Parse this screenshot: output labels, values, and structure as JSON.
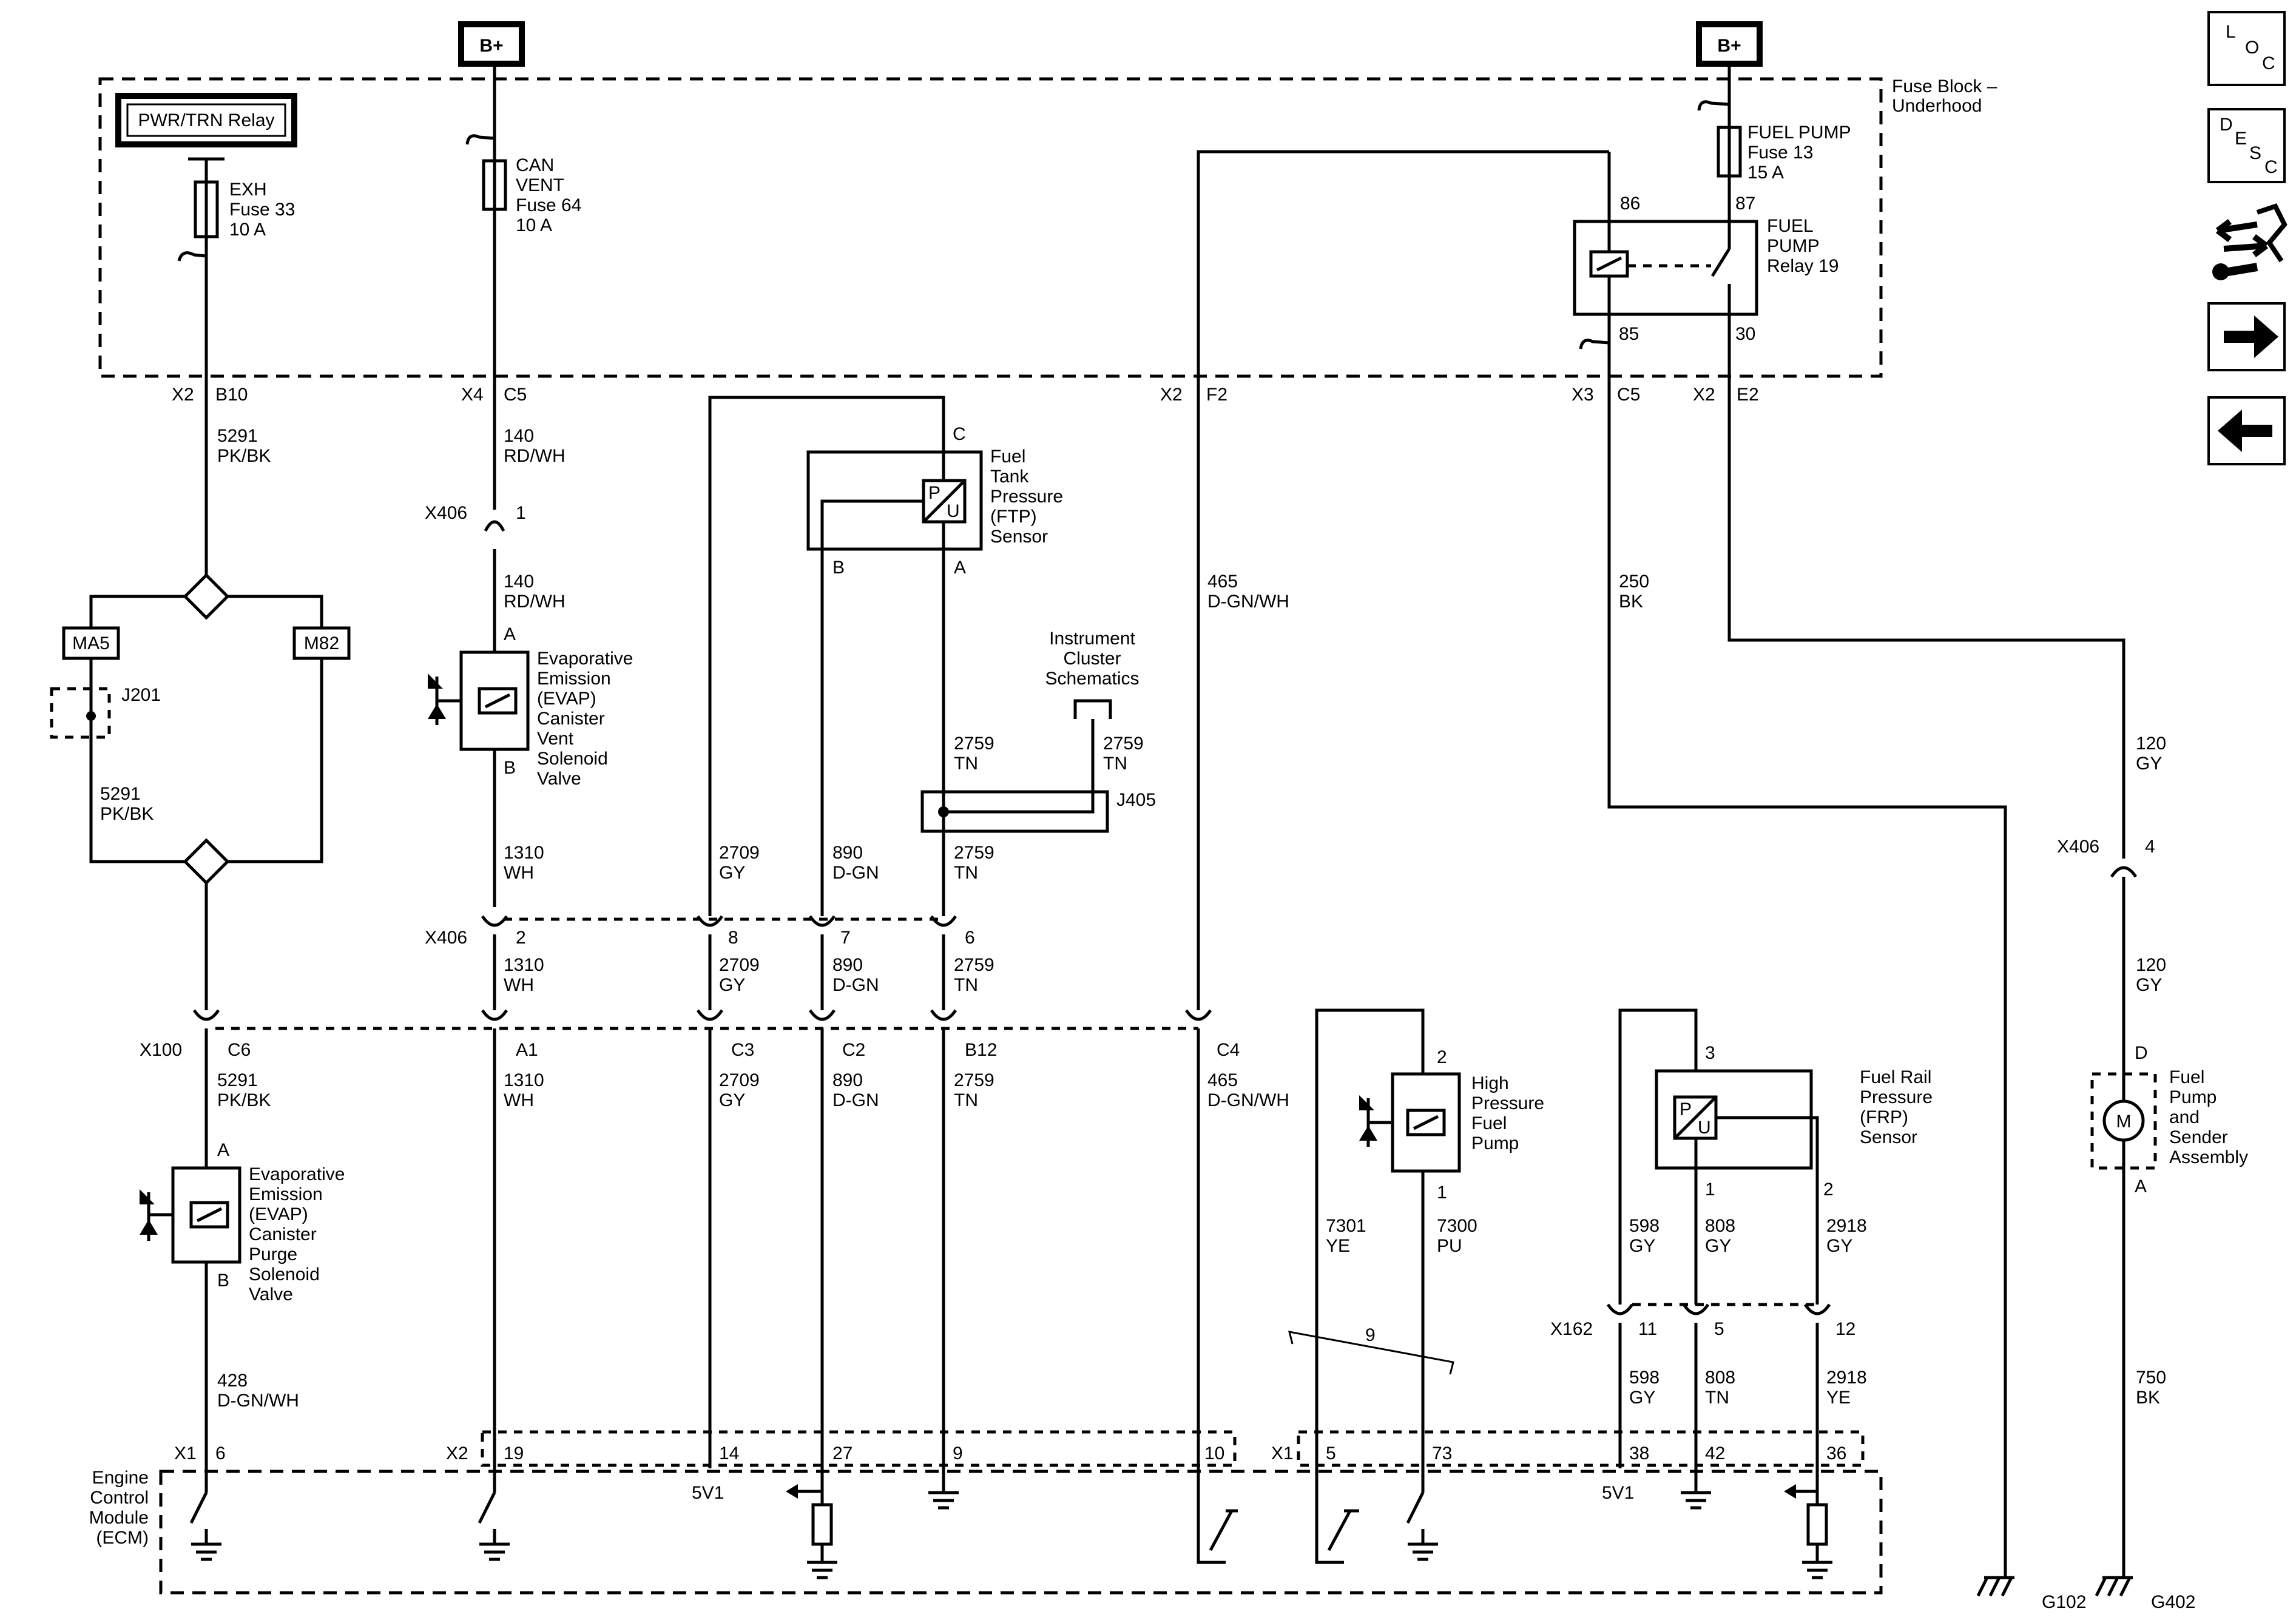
{
  "labels": {
    "bplus_left": "B+",
    "bplus_right": "B+",
    "fuse_block": [
      "Fuse Block –",
      "Underhood"
    ],
    "pwr_trn_relay": "PWR/TRN Relay",
    "exh_fuse": [
      "EXH",
      "Fuse 33",
      "10 A"
    ],
    "can_vent_fuse": [
      "CAN",
      "VENT",
      "Fuse 64",
      "10 A"
    ],
    "fuel_pump_fuse": [
      "FUEL PUMP",
      "Fuse 13",
      "15 A"
    ],
    "fuel_pump_relay": [
      "FUEL",
      "PUMP",
      "Relay 19"
    ],
    "relay_pins": [
      "86",
      "87",
      "85",
      "30"
    ],
    "ftp_sensor": [
      "Fuel",
      "Tank",
      "Pressure",
      "(FTP)",
      "Sensor"
    ],
    "ftp_pins": [
      "C",
      "B",
      "A"
    ],
    "pu": [
      "P",
      "U"
    ],
    "evap_vent": [
      "Evaporative",
      "Emission",
      "(EVAP)",
      "Canister",
      "Vent",
      "Solenoid",
      "Valve"
    ],
    "evap_purge": [
      "Evaporative",
      "Emission",
      "(EVAP)",
      "Canister",
      "Purge",
      "Solenoid",
      "Valve"
    ],
    "instrument_cluster": [
      "Instrument",
      "Cluster",
      "Schematics"
    ],
    "hp_fuel_pump": [
      "High",
      "Pressure",
      "Fuel",
      "Pump"
    ],
    "frp_sensor": [
      "Fuel Rail",
      "Pressure",
      "(FRP)",
      "Sensor"
    ],
    "fuel_pump_sender": [
      "Fuel",
      "Pump",
      "and",
      "Sender",
      "Assembly"
    ],
    "motor": "M",
    "ecm": [
      "Engine",
      "Control",
      "Module",
      "(ECM)"
    ],
    "splices": [
      "MA5",
      "M82",
      "J201",
      "J405"
    ],
    "v5_1": "5V1",
    "v5_2": "5V1",
    "grounds": [
      "G102",
      "G402"
    ]
  },
  "connectors": {
    "top": [
      [
        "X2",
        "B10"
      ],
      [
        "X4",
        "C5"
      ],
      [
        "X2",
        "F2"
      ],
      [
        "X3",
        "C5"
      ],
      [
        "X2",
        "E2"
      ]
    ],
    "x406": [
      "X406",
      "1",
      "2",
      "8",
      "7",
      "6",
      "4"
    ],
    "x100": [
      "X100",
      "C6",
      "A1",
      "C3",
      "C2",
      "B12",
      "C4"
    ],
    "x162": [
      "X162",
      "11",
      "5",
      "12"
    ],
    "ecm_x1": [
      "X1",
      "6"
    ],
    "ecm_x2": [
      "X2",
      "19",
      "14",
      "27",
      "9",
      "10"
    ],
    "ecm_x1b": [
      "X1",
      "5",
      "73",
      "38",
      "42",
      "36"
    ],
    "misc_pins": [
      "A",
      "B",
      "A",
      "B",
      "2",
      "1",
      "3",
      "1",
      "2",
      "D",
      "A",
      "9"
    ]
  },
  "wires": [
    [
      "5291",
      "PK/BK"
    ],
    [
      "140",
      "RD/WH"
    ],
    [
      "140",
      "RD/WH"
    ],
    [
      "5291",
      "PK/BK"
    ],
    [
      "1310",
      "WH"
    ],
    [
      "1310",
      "WH"
    ],
    [
      "1310",
      "WH"
    ],
    [
      "5291",
      "PK/BK"
    ],
    [
      "428",
      "D-GN/WH"
    ],
    [
      "2709",
      "GY"
    ],
    [
      "2709",
      "GY"
    ],
    [
      "2709",
      "GY"
    ],
    [
      "890",
      "D-GN"
    ],
    [
      "890",
      "D-GN"
    ],
    [
      "890",
      "D-GN"
    ],
    [
      "2759",
      "TN"
    ],
    [
      "2759",
      "TN"
    ],
    [
      "2759",
      "TN"
    ],
    [
      "2759",
      "TN"
    ],
    [
      "2759",
      "TN"
    ],
    [
      "465",
      "D-GN/WH"
    ],
    [
      "465",
      "D-GN/WH"
    ],
    [
      "250",
      "BK"
    ],
    [
      "120",
      "GY"
    ],
    [
      "120",
      "GY"
    ],
    [
      "750",
      "BK"
    ],
    [
      "7301",
      "YE"
    ],
    [
      "7300",
      "PU"
    ],
    [
      "598",
      "GY"
    ],
    [
      "808",
      "GY"
    ],
    [
      "2918",
      "GY"
    ],
    [
      "598",
      "GY"
    ],
    [
      "808",
      "TN"
    ],
    [
      "2918",
      "YE"
    ]
  ],
  "nav": {
    "loc": [
      "L",
      "O",
      "C"
    ],
    "desc": [
      "D",
      "E",
      "S",
      "C"
    ],
    "icons": [
      "connector-tools-icon",
      "next-arrow-icon",
      "prev-arrow-icon"
    ]
  }
}
